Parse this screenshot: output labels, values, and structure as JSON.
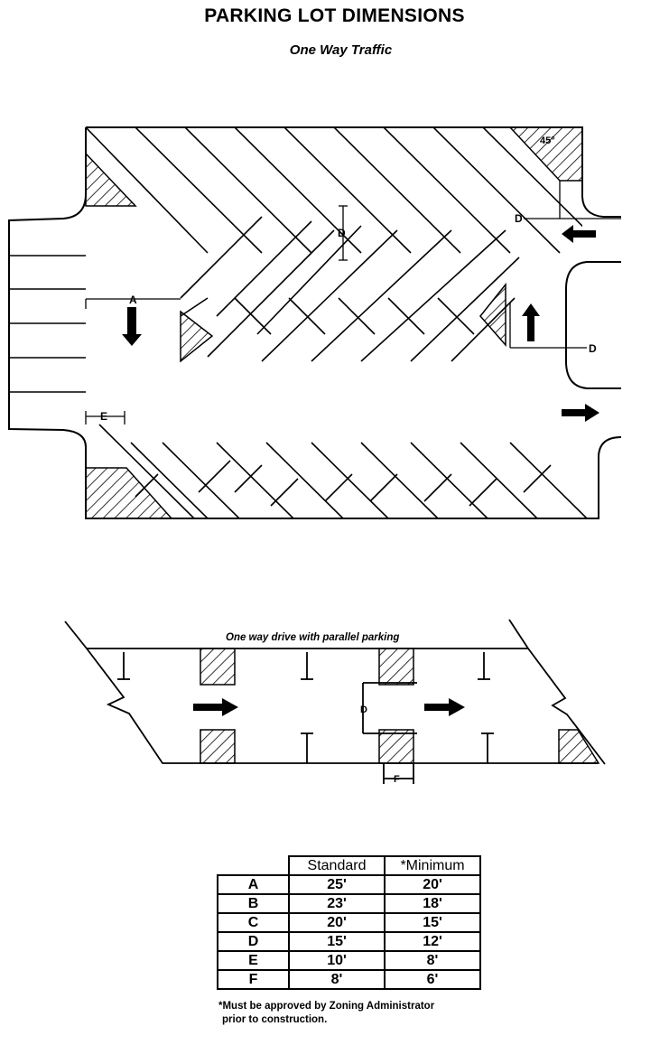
{
  "title": "PARKING LOT DIMENSIONS",
  "subtitle": "One Way Traffic",
  "plan": {
    "angle_label": "45°",
    "labels": [
      "A",
      "D",
      "D",
      "D",
      "E"
    ]
  },
  "parallel": {
    "caption": "One way drive with parallel parking",
    "labels": [
      "D",
      "F"
    ]
  },
  "table": {
    "headers": [
      "Standard",
      "*Minimum"
    ],
    "rows": [
      {
        "key": "A",
        "standard": "25'",
        "minimum": "20'"
      },
      {
        "key": "B",
        "standard": "23'",
        "minimum": "18'"
      },
      {
        "key": "C",
        "standard": "20'",
        "minimum": "15'"
      },
      {
        "key": "D",
        "standard": "15'",
        "minimum": "12'"
      },
      {
        "key": "E",
        "standard": "10'",
        "minimum": "8'"
      },
      {
        "key": "F",
        "standard": "8'",
        "minimum": "6'"
      }
    ]
  },
  "note": {
    "line1": "*Must be approved by Zoning Administrator",
    "line2": "prior to construction."
  }
}
